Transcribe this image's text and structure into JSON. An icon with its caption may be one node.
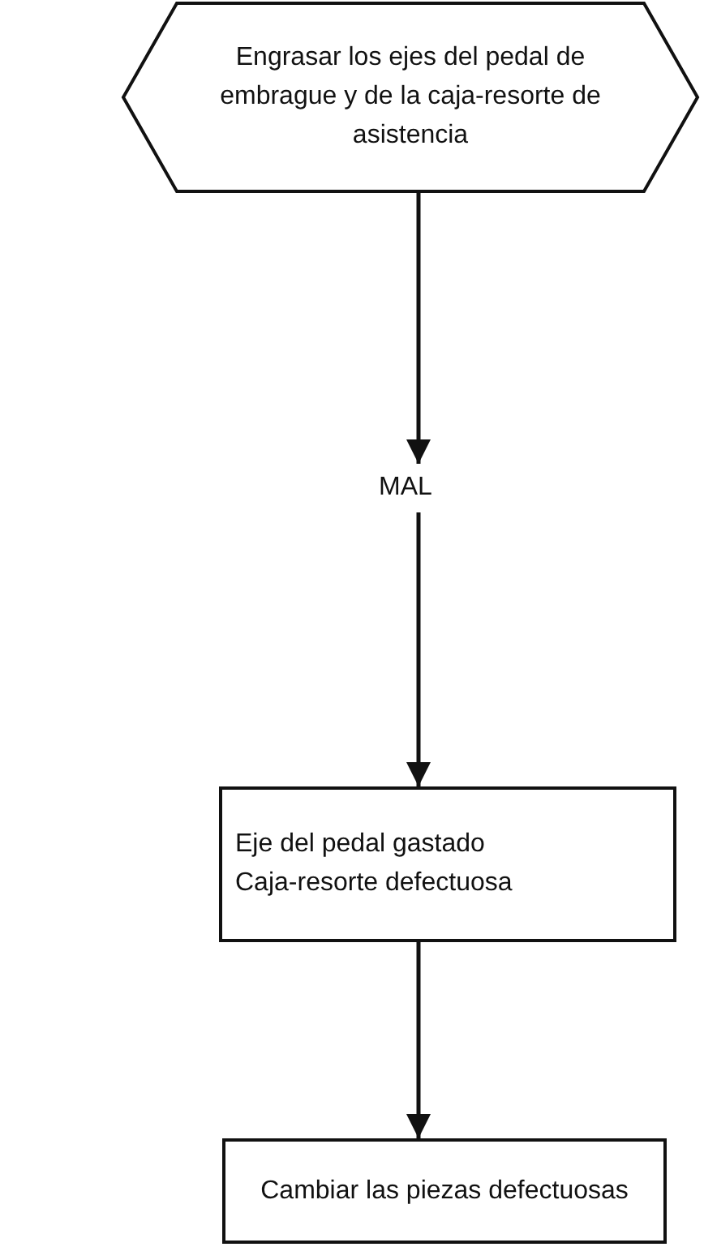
{
  "diagram": {
    "nodes": [
      {
        "text": [
          "Engrasar los ejes del pedal de embrague y de la caja-resorte de asistencia"
        ]
      },
      {
        "text": [
          "MAL"
        ]
      },
      {
        "text": [
          "Eje del pedal gastado",
          "Caja-resorte defectuosa"
        ]
      },
      {
        "text": [
          "Cambiar las piezas defectuosas"
        ]
      }
    ],
    "edges": [
      {
        "from": 0,
        "to": 1,
        "arrow": "to"
      },
      {
        "from": 1,
        "to": 2,
        "arrow": "to"
      },
      {
        "from": 2,
        "to": 3,
        "arrow": "to"
      }
    ]
  }
}
